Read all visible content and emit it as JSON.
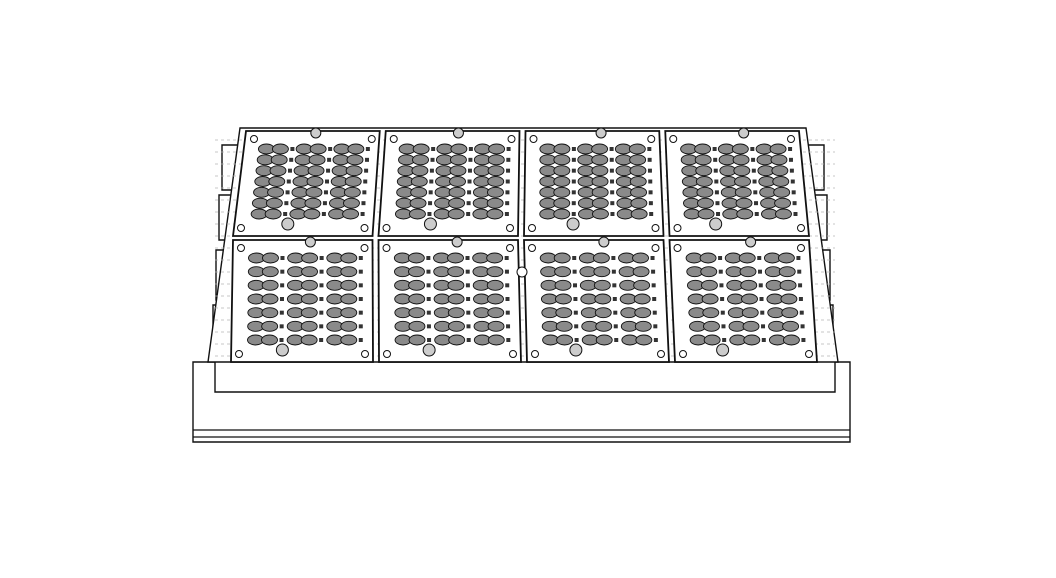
{
  "drawing": {
    "line_color": "#111111",
    "cavity_fill": "#8a8a8a",
    "hidden_line_color": "#b5b5b5",
    "background": "#ffffff",
    "plate_grid": {
      "rows": 2,
      "columns": 4
    },
    "cavities_per_plate": {
      "rows": 7,
      "columns": 3
    }
  }
}
